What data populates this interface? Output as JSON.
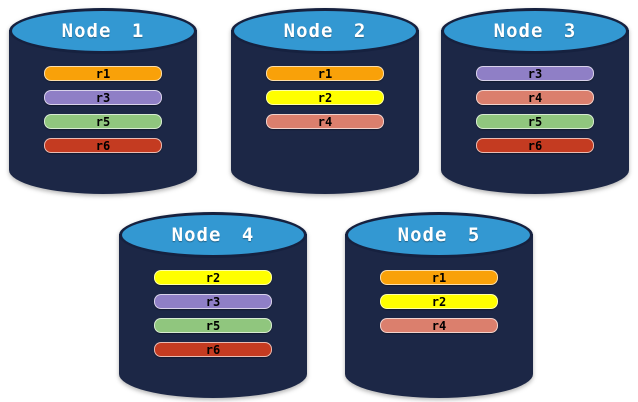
{
  "canvas": {
    "background": "#FFFFFF"
  },
  "cylinder_style": {
    "body_color": "#1C2746",
    "top_ellipse_color": "#3398D2",
    "outline_color": "#16213F",
    "label_color": "#FFFFFF",
    "bar_text_color": "#000000"
  },
  "replica_colors": {
    "r1": "#F9A109",
    "r2": "#FFFF00",
    "r3": "#8F7FC6",
    "r4": "#DB7F6D",
    "r5": "#90C67E",
    "r6": "#C43B21"
  },
  "nodes": [
    {
      "label": "Node 1",
      "replicas": [
        "r1",
        "r3",
        "r5",
        "r6"
      ]
    },
    {
      "label": "Node 2",
      "replicas": [
        "r1",
        "r2",
        "r4"
      ]
    },
    {
      "label": "Node 3",
      "replicas": [
        "r3",
        "r4",
        "r5",
        "r6"
      ]
    },
    {
      "label": "Node 4",
      "replicas": [
        "r2",
        "r3",
        "r5",
        "r6"
      ]
    },
    {
      "label": "Node 5",
      "replicas": [
        "r1",
        "r2",
        "r4"
      ]
    }
  ]
}
